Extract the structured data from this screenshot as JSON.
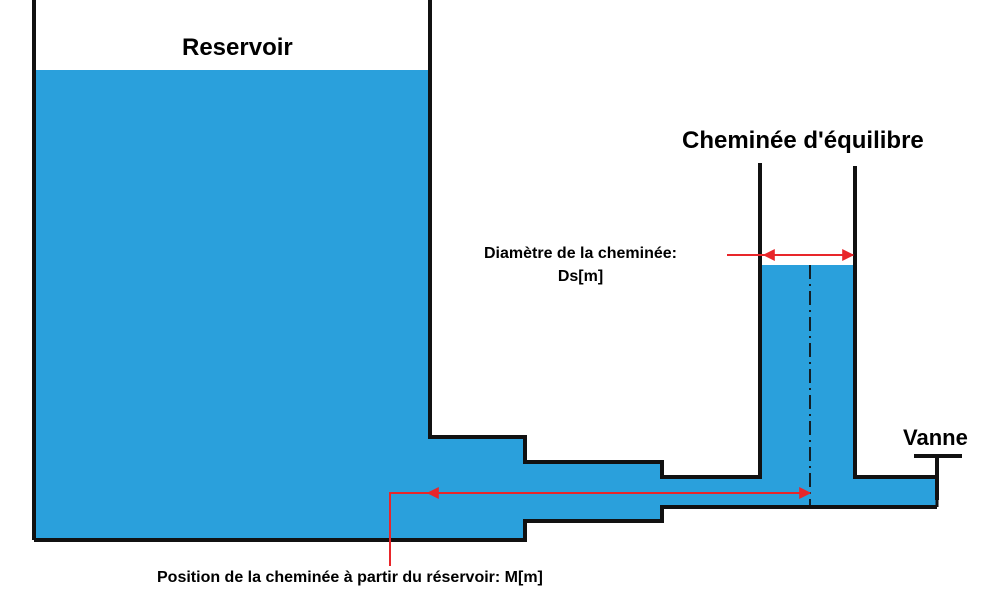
{
  "labels": {
    "reservoir": "Reservoir",
    "chimney": "Cheminée d'équilibre",
    "diameter_line1": "Diamètre de la cheminée:",
    "diameter_line2": "Ds[m]",
    "position": "Position de la cheminée à partir du réservoir: M[m]",
    "valve": "Vanne"
  },
  "colors": {
    "water": "#2aa0dc",
    "wall": "#111111",
    "dimension": "#e8262a",
    "background": "#ffffff"
  }
}
